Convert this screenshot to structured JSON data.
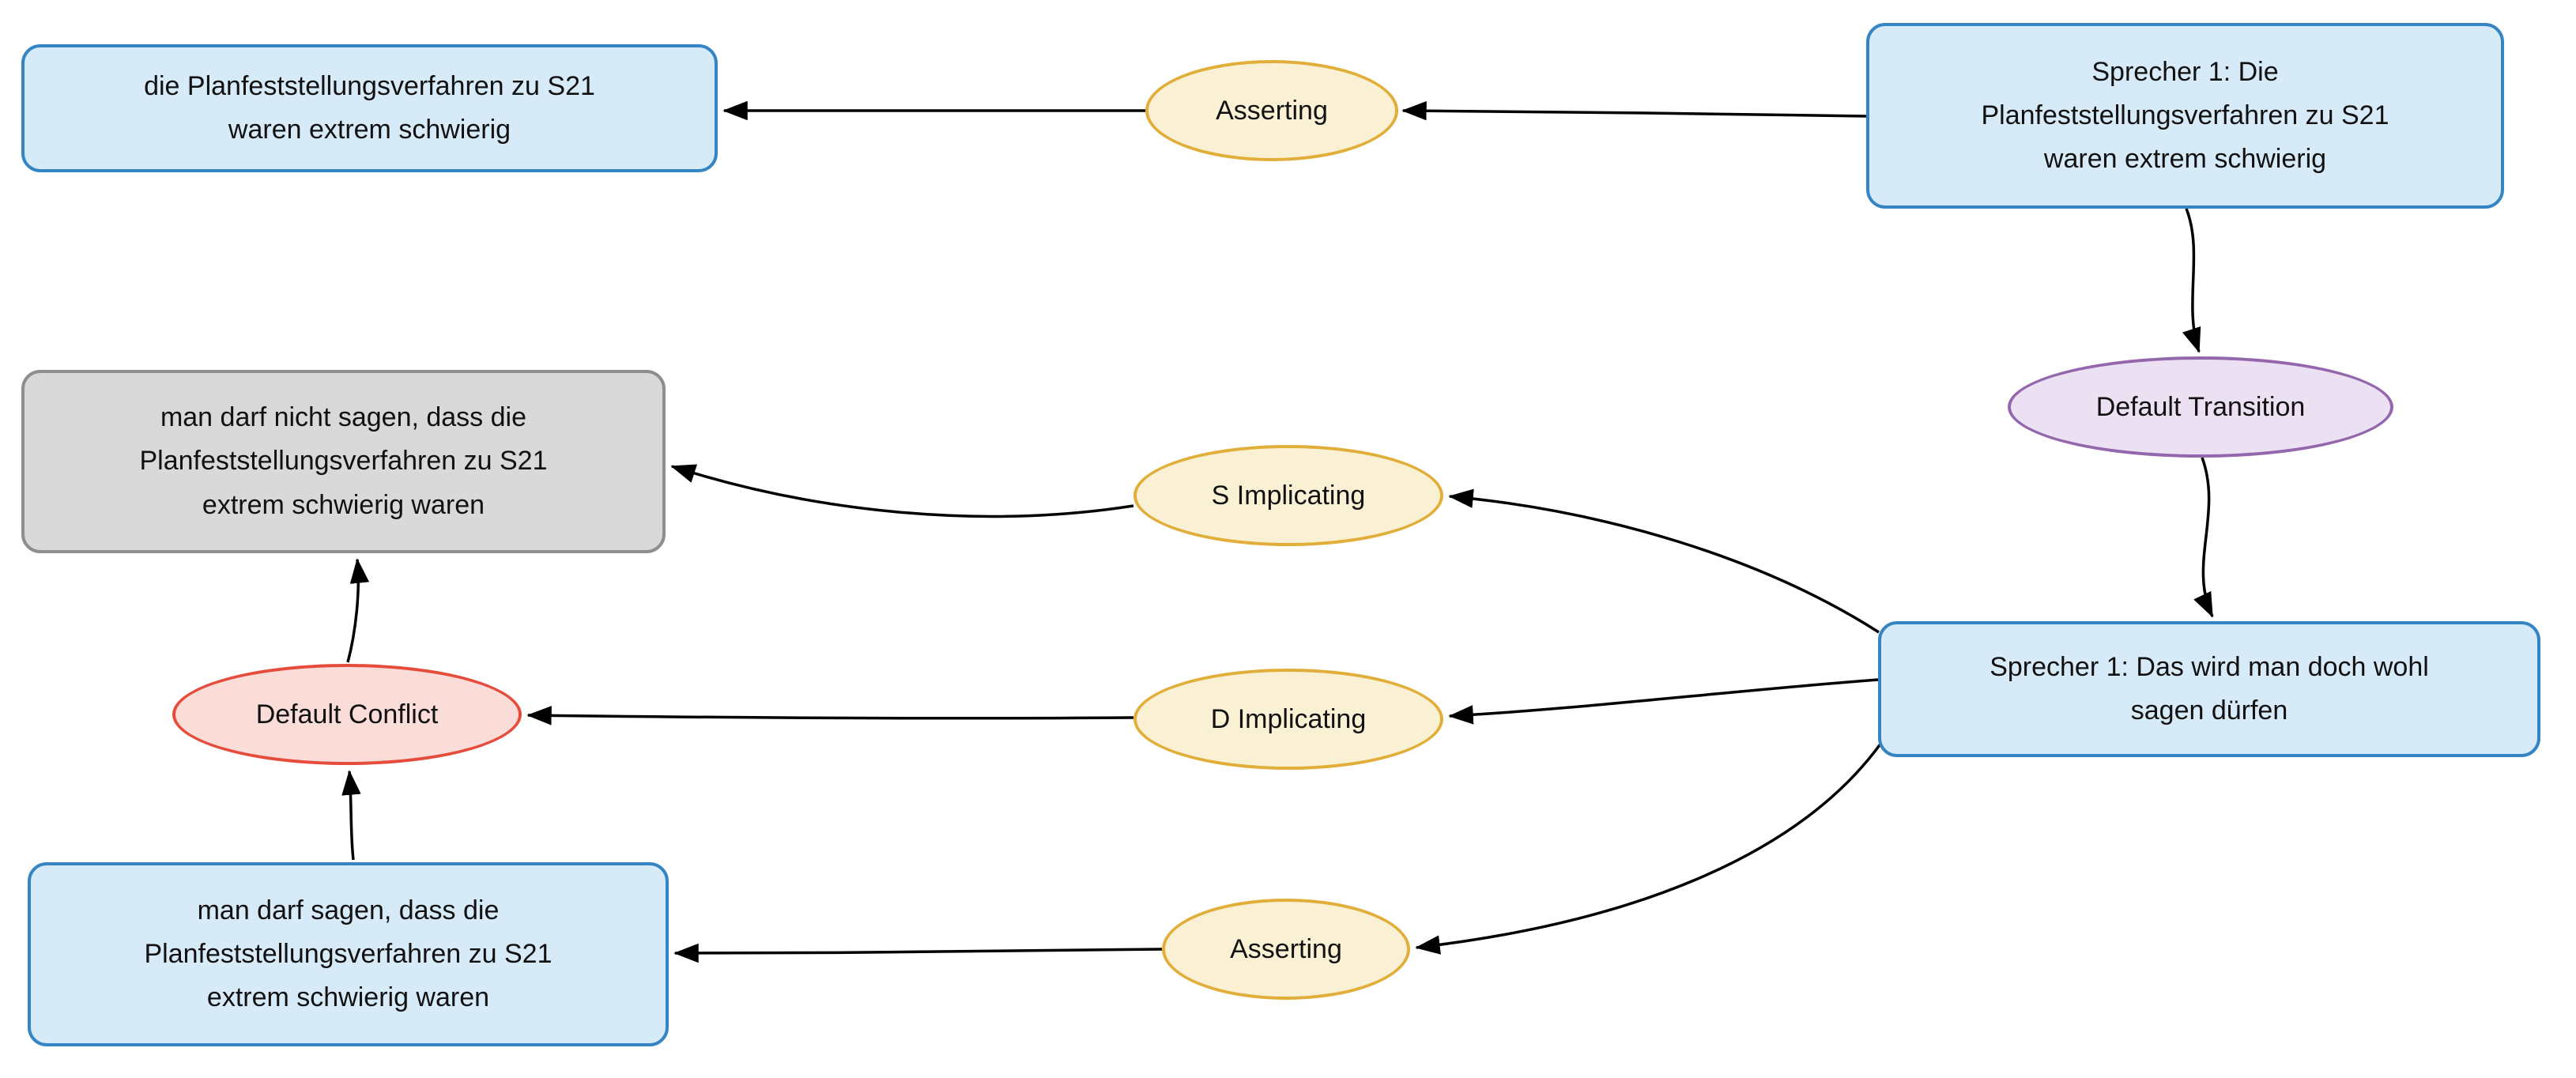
{
  "diagram": {
    "background": "#ffffff",
    "nodes": {
      "proposition1": {
        "label": "die Planfeststellungsverfahren zu S21\nwaren extrem schwierig",
        "type": "proposition"
      },
      "asserting1": {
        "label": "Asserting",
        "type": "illocution"
      },
      "locution1": {
        "label": "Sprecher 1: Die\nPlanfeststellungsverfahren zu S21\nwaren extrem schwierig",
        "type": "locution"
      },
      "transition1": {
        "label": "Default Transition",
        "type": "transition"
      },
      "locution2": {
        "label": "Sprecher 1: Das wird man doch wohl\nsagen dürfen",
        "type": "locution"
      },
      "s_implicating": {
        "label": "S Implicating",
        "type": "illocution"
      },
      "d_implicating": {
        "label": "D Implicating",
        "type": "illocution"
      },
      "asserting2": {
        "label": "Asserting",
        "type": "illocution"
      },
      "implicature1": {
        "label": "man darf nicht sagen, dass die\nPlanfeststellungsverfahren zu S21\nextrem schwierig waren",
        "type": "implicit_proposition"
      },
      "conflict1": {
        "label": "Default Conflict",
        "type": "conflict"
      },
      "proposition2": {
        "label": "man darf sagen, dass die\nPlanfeststellungsverfahren zu S21\nextrem schwierig waren",
        "type": "proposition"
      }
    },
    "edges": [
      {
        "from": "locution1",
        "to": "asserting1"
      },
      {
        "from": "asserting1",
        "to": "proposition1"
      },
      {
        "from": "locution1",
        "to": "transition1"
      },
      {
        "from": "transition1",
        "to": "locution2"
      },
      {
        "from": "locution2",
        "to": "s_implicating"
      },
      {
        "from": "s_implicating",
        "to": "implicature1"
      },
      {
        "from": "locution2",
        "to": "d_implicating"
      },
      {
        "from": "d_implicating",
        "to": "conflict1"
      },
      {
        "from": "locution2",
        "to": "asserting2"
      },
      {
        "from": "asserting2",
        "to": "proposition2"
      },
      {
        "from": "proposition2",
        "to": "conflict1"
      },
      {
        "from": "conflict1",
        "to": "implicature1"
      }
    ],
    "colors": {
      "proposition_fill": "#d7eaf8",
      "proposition_border": "#3585c5",
      "locution_fill": "#d7eaf8",
      "locution_border": "#3585c5",
      "illocution_fill": "#faf1d5",
      "illocution_border": "#e2ae3a",
      "transition_fill": "#ece1f3",
      "transition_border": "#9467ad",
      "conflict_fill": "#fadcd9",
      "conflict_border": "#e64c3c",
      "implicit_proposition_fill": "#d9d9d9",
      "implicit_proposition_border": "#8e8e8e",
      "edge": "#000000"
    }
  }
}
